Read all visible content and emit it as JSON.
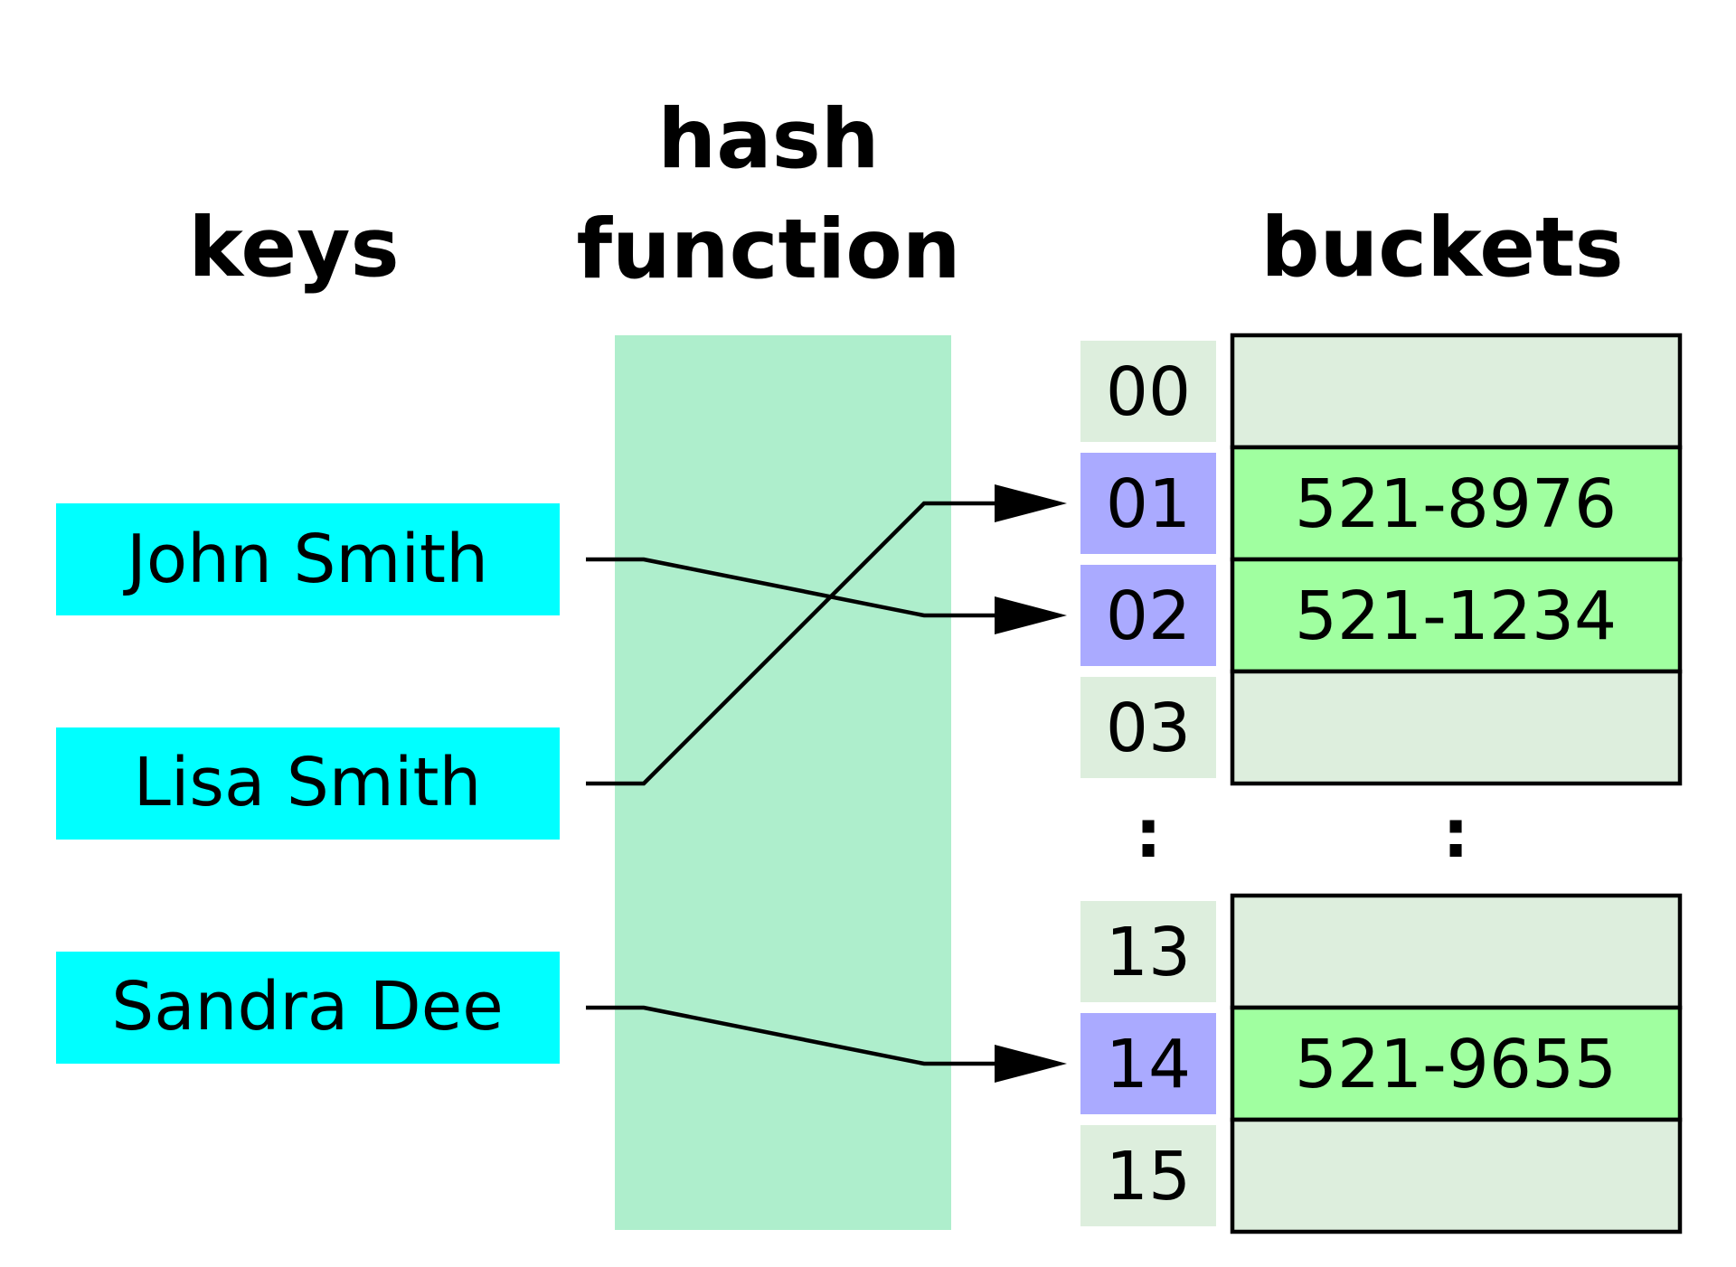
{
  "headers": {
    "keys": "keys",
    "hash_line1": "hash",
    "hash_line2": "function",
    "buckets": "buckets"
  },
  "keys": [
    {
      "label": "John Smith"
    },
    {
      "label": "Lisa Smith"
    },
    {
      "label": "Sandra Dee"
    }
  ],
  "bucket_groups": [
    {
      "slots": [
        {
          "index": "00",
          "value": "",
          "highlighted": false
        },
        {
          "index": "01",
          "value": "521-8976",
          "highlighted": true
        },
        {
          "index": "02",
          "value": "521-1234",
          "highlighted": true
        },
        {
          "index": "03",
          "value": "",
          "highlighted": false
        }
      ]
    },
    {
      "slots": [
        {
          "index": "13",
          "value": "",
          "highlighted": false
        },
        {
          "index": "14",
          "value": "521-9655",
          "highlighted": true
        },
        {
          "index": "15",
          "value": "",
          "highlighted": false
        }
      ]
    }
  ],
  "ellipsis": ":",
  "mappings": [
    {
      "key": "John Smith",
      "index": "02"
    },
    {
      "key": "Lisa Smith",
      "index": "01"
    },
    {
      "key": "Sandra Dee",
      "index": "14"
    }
  ],
  "colors": {
    "key_box": "#00ffff",
    "hash_function": "#aeeecc",
    "index_plain": "#ddeedd",
    "index_highlight": "#aaaaff",
    "bucket_empty": "#ddeedd",
    "bucket_filled": "#a0ffa0"
  }
}
